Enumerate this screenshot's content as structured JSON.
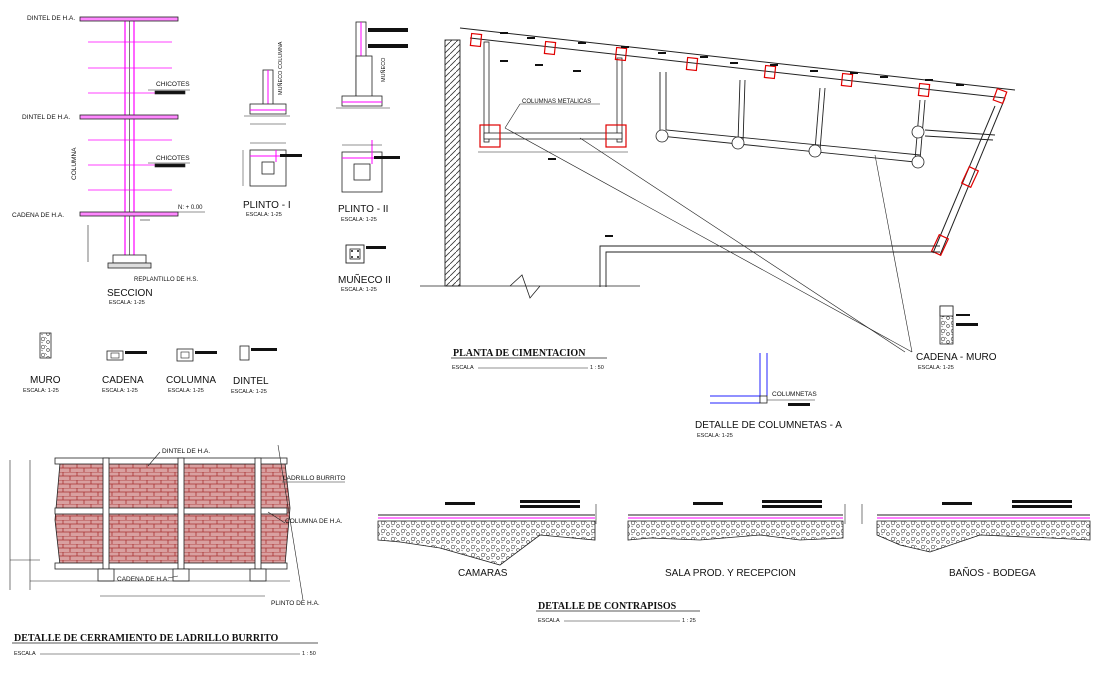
{
  "seccion": {
    "labels": [
      "DINTEL DE H.A.",
      "DINTEL DE H.A.",
      "CADENA DE H.A.",
      "CHICOTES",
      "CHICOTES",
      "COLUMNA",
      "N: + 0.00",
      "REPLANTILLO DE H.S."
    ],
    "title": "SECCION",
    "scale": "ESCALA: 1-25"
  },
  "plinto1": {
    "title": "PLINTO - I",
    "scale": "ESCALA: 1-25",
    "tag": "MUÑECO COLUMNA"
  },
  "plinto2": {
    "title": "PLINTO - II",
    "scale": "ESCALA: 1-25",
    "tag": "MUÑECO"
  },
  "muneco2": {
    "title": "MUÑECO II",
    "scale": "ESCALA: 1-25"
  },
  "small_details": [
    {
      "title": "MURO",
      "scale": "ESCALA: 1-25"
    },
    {
      "title": "CADENA",
      "scale": "ESCALA: 1-25"
    },
    {
      "title": "COLUMNA",
      "scale": "ESCALA: 1-25"
    },
    {
      "title": "DINTEL",
      "scale": "ESCALA: 1-25"
    }
  ],
  "planta": {
    "title": "PLANTA DE CIMENTACION",
    "scale_label": "ESCALA",
    "scale_value": "1 : 50",
    "callout": "COLUMNAS METALICAS"
  },
  "cadena_muro": {
    "title": "CADENA - MURO",
    "scale": "ESCALA: 1-25"
  },
  "columnetas": {
    "label": "COLUMNETAS",
    "title": "DETALLE DE COLUMNETAS - A",
    "scale": "ESCALA: 1-25"
  },
  "cerramiento": {
    "labels": [
      "DINTEL DE H.A.",
      "LADRILLO BURRITO",
      "COLUMNA DE H.A.",
      "CADENA DE H.A.",
      "PLINTO DE H.A."
    ],
    "title": "DETALLE DE CERRAMIENTO DE LADRILLO BURRITO",
    "scale_label": "ESCALA",
    "scale_value": "1 : 50"
  },
  "contrapisos": {
    "sections": [
      "CAMARAS",
      "SALA PROD. Y RECEPCION",
      "BAÑOS - BODEGA"
    ],
    "title": "DETALLE DE CONTRAPISOS",
    "scale_label": "ESCALA",
    "scale_value": "1 : 25"
  },
  "colors": {
    "line": "#111111",
    "magenta": "#ff00ff",
    "red": "#e00000",
    "blue": "#2020ff",
    "brick": "#c84040",
    "hatch": "#555555"
  }
}
